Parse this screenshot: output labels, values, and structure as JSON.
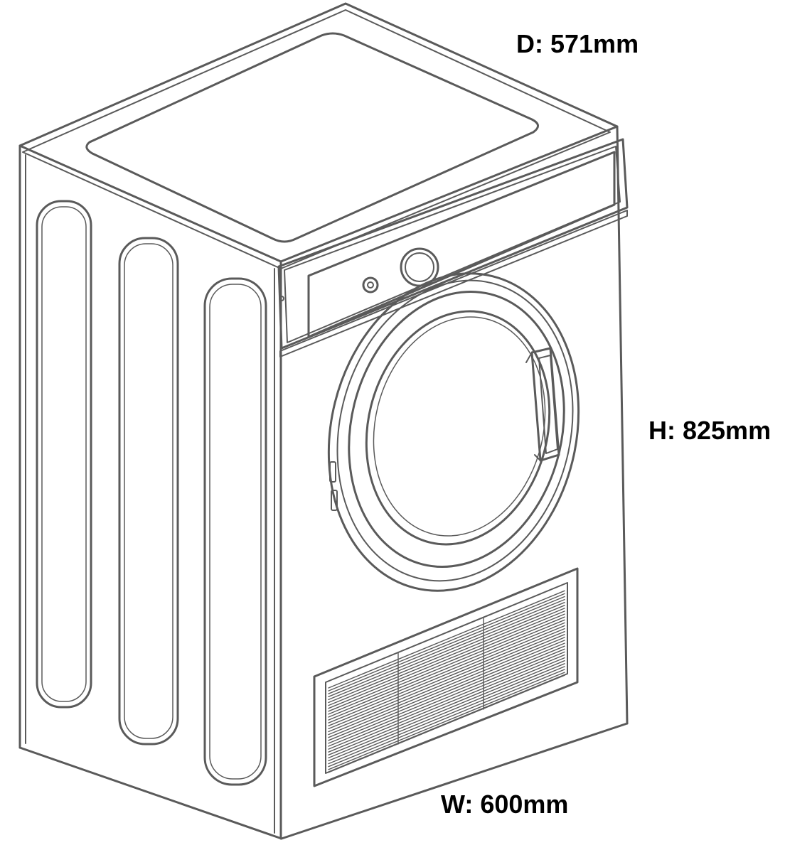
{
  "colors": {
    "line": "#5a5a5a",
    "text": "#000000",
    "background": "#ffffff"
  },
  "dimensions": {
    "depth_label": "D: 571mm",
    "height_label": "H: 825mm",
    "width_label": "W: 600mm"
  }
}
